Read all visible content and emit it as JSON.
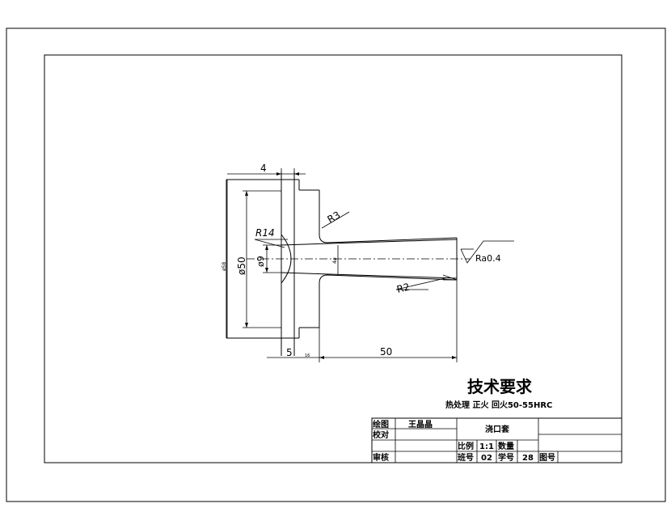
{
  "dimensions": {
    "top_width": "4",
    "radius_r3": "R3",
    "radius_r14": "R14",
    "radius_r2": "R2",
    "dia_50": "ø50",
    "dia_9": "ø9",
    "dia_outer": "ø58",
    "bore_small": "4ø",
    "flange_width": "5",
    "small_step": "16",
    "length": "50",
    "roughness": "Ra0.4"
  },
  "tech_requirements": {
    "title": "技术要求",
    "text": "热处理  正火  回火50-55HRC"
  },
  "title_block": {
    "drawn_label": "绘图",
    "drawn_name": "王晶晶",
    "checked_label": "校对",
    "part_name": "浇口套",
    "review_label": "审核",
    "scale_label": "比例",
    "scale_value": "1:1",
    "qty_label": "数量",
    "class_label": "班号",
    "class_value": "02",
    "student_label": "学号",
    "student_value": "28",
    "drawing_no_label": "图号"
  }
}
